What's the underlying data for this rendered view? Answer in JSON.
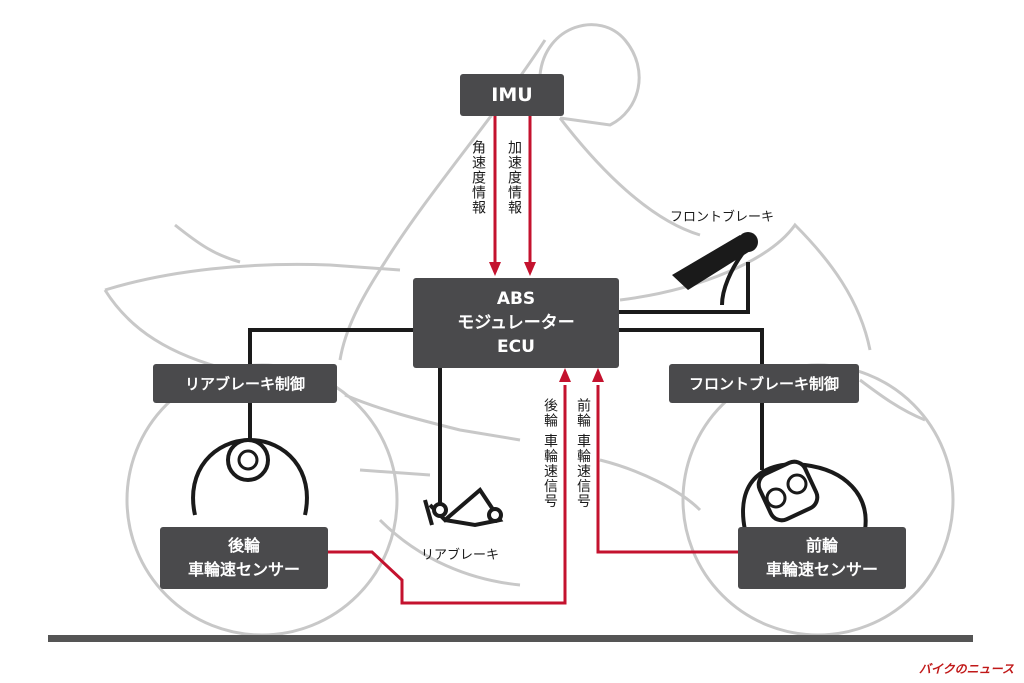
{
  "imu": {
    "label": "IMU"
  },
  "abs_ecu": {
    "line1": "ABS",
    "line2": "モジュレーター",
    "line3": "ECU"
  },
  "rear_brake_control": {
    "label": "リアブレーキ制御"
  },
  "front_brake_control": {
    "label": "フロントブレーキ制御"
  },
  "rear_sensor": {
    "line1": "後輪",
    "line2": "車輪速センサー"
  },
  "front_sensor": {
    "line1": "前輪",
    "line2": "車輪速センサー"
  },
  "signals": {
    "angular_velocity": "角速度情報",
    "acceleration": "加速度情報",
    "rear_wheel_speed": "後輪 車輪速信号",
    "front_wheel_speed": "前輪 車輪速信号"
  },
  "parts": {
    "front_brake": "フロントブレーキ",
    "rear_brake": "リアブレーキ"
  },
  "watermark": "バイクのニュース",
  "colors": {
    "box": "#4a4a4c",
    "signal": "#c4122e",
    "line": "#1a1a1a",
    "outline": "#c8c8c8"
  }
}
